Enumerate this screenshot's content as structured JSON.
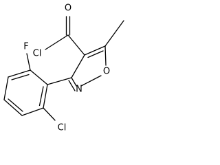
{
  "molecule": {
    "atoms": {
      "carbonyl_o": "O",
      "acyl_cl": "Cl",
      "fluorine": "F",
      "ring_o": "O",
      "ring_n": "N",
      "aryl_cl": "Cl"
    }
  }
}
